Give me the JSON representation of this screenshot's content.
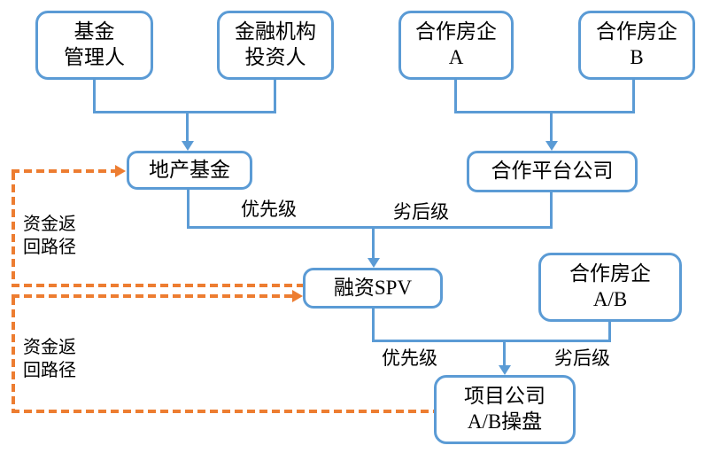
{
  "colors": {
    "node_border": "#5B9BD5",
    "connector": "#5B9BD5",
    "return_path": "#ED7D31",
    "text": "#000000",
    "background": "#FFFFFF"
  },
  "nodes": {
    "fund_manager": "基金\n管理人",
    "financial_investor": "金融机构\n投资人",
    "partner_a": "合作房企\nA",
    "partner_b": "合作房企\nB",
    "real_estate_fund": "地产基金",
    "platform_company": "合作平台公司",
    "financing_spv": "融资SPV",
    "partner_ab": "合作房企\nA/B",
    "project_company": "项目公司\nA/B操盘"
  },
  "edge_labels": {
    "senior_upper": "优先级",
    "subordinate_upper": "劣后级",
    "senior_lower": "优先级",
    "subordinate_lower": "劣后级",
    "return_path_upper": "资金返\n回路径",
    "return_path_lower": "资金返\n回路径"
  }
}
